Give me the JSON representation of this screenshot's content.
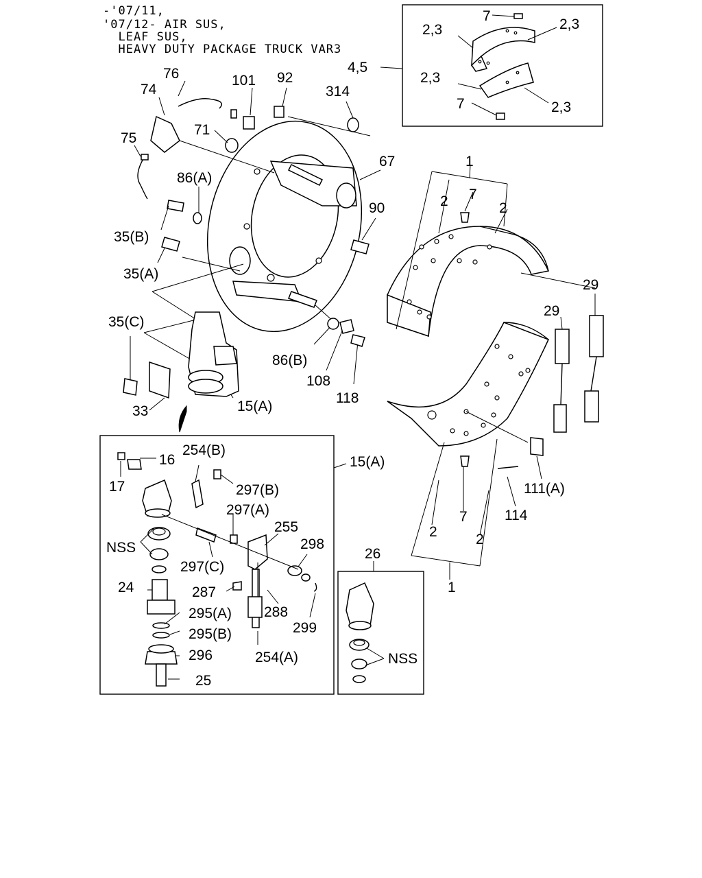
{
  "header_lines": [
    "-'07/11,",
    "'07/12- AIR SUS,",
    "  LEAF SUS,",
    "  HEAVY DUTY PACKAGE TRUCK VAR3"
  ],
  "labels": {
    "p74": "74",
    "p76": "76",
    "p101": "101",
    "p92": "92",
    "p314": "314",
    "p75": "75",
    "p71": "71",
    "p67": "67",
    "p86a": "86(A)",
    "p90": "90",
    "p35b": "35(B)",
    "p35a": "35(A)",
    "p35c": "35(C)",
    "p86b": "86(B)",
    "p108": "108",
    "p118": "118",
    "p33": "33",
    "p15a": "15(A)",
    "p45": "4,5",
    "inset_7a": "7",
    "inset_23a": "2,3",
    "inset_23b": "2,3",
    "inset_23c": "2,3",
    "inset_23d": "2,3",
    "inset_7b": "7",
    "shoe_1a": "1",
    "shoe_2a": "2",
    "shoe_7a": "7",
    "shoe_2b": "2",
    "p29a": "29",
    "p29b": "29",
    "shoe_7b": "7",
    "shoe_2c": "2",
    "shoe_2d": "2",
    "shoe_1b": "1",
    "p111a": "111(A)",
    "p114": "114",
    "d_16": "16",
    "d_17": "17",
    "d_254b": "254(B)",
    "d_297b": "297(B)",
    "d_297a": "297(A)",
    "d_255": "255",
    "d_nss": "NSS",
    "d_297c": "297(C)",
    "d_298": "298",
    "d_24": "24",
    "d_287": "287",
    "d_288": "288",
    "d_299": "299",
    "d_295a": "295(A)",
    "d_295b": "295(B)",
    "d_296": "296",
    "d_254a": "254(A)",
    "d_25": "25",
    "d_15a": "15(A)",
    "k_26": "26",
    "k_nss": "NSS"
  }
}
